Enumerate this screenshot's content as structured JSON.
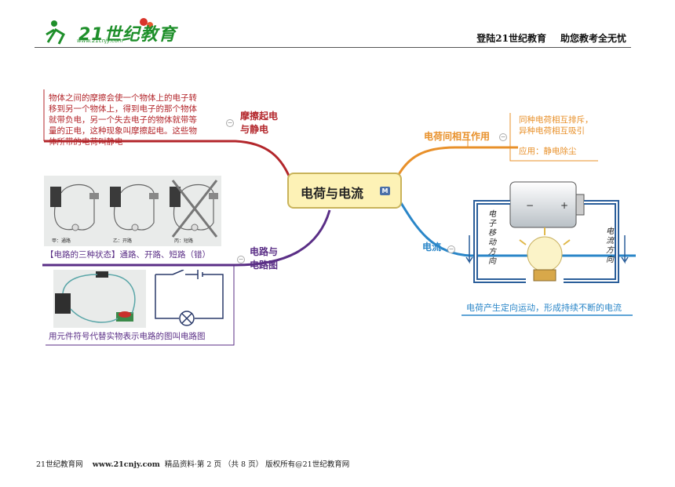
{
  "header": {
    "logo_text": "21世纪教育",
    "logo_url": "www.21cnjy.com",
    "slogan_login": "登陆21世纪教育",
    "slogan_help": "助您教考全无忧"
  },
  "central": {
    "title": "电荷与电流",
    "badge": "M"
  },
  "friction": {
    "title_line1": "摩擦起电",
    "title_line2": "与静电",
    "note_lines": [
      "物体之间的摩擦会使一个物体上的电子转",
      "移到另一个物体上，得到电子的那个物体",
      "就带负电，另一个失去电子的物体就带等",
      "量的正电，这种现象叫摩擦起电。这些物",
      "体所带的电荷叫静电"
    ]
  },
  "interaction": {
    "title": "电荷间相互作用",
    "rule_lines": [
      "同种电荷相互排斥，",
      "异种电荷相互吸引"
    ],
    "application": "应用：静电除尘"
  },
  "circuit": {
    "title_line1": "电路与",
    "title_line2": "电路图",
    "states_caption": "【电路的三种状态】通路、开路、短路（错）",
    "state_labels": [
      "甲：通路",
      "乙：开路",
      "丙：短路"
    ],
    "diagram_caption": "用元件符号代替实物表示电路的图叫电路图"
  },
  "current": {
    "title": "电流",
    "electron_label": "电子移动方向",
    "current_label": "电流方向",
    "caption": "电荷产生定向运动，形成持续不断的电流"
  },
  "footer": {
    "site": "21世纪教育网",
    "url": "www.21cnjy.com",
    "page_info": "精品资料·第 2 页 （共 8 页） 版权所有@21世纪教育网"
  },
  "colors": {
    "friction": "#b3262b",
    "interaction": "#e8902a",
    "circuit": "#5a2e86",
    "current": "#2a86c8",
    "central_fill": "#fdf2b6"
  }
}
